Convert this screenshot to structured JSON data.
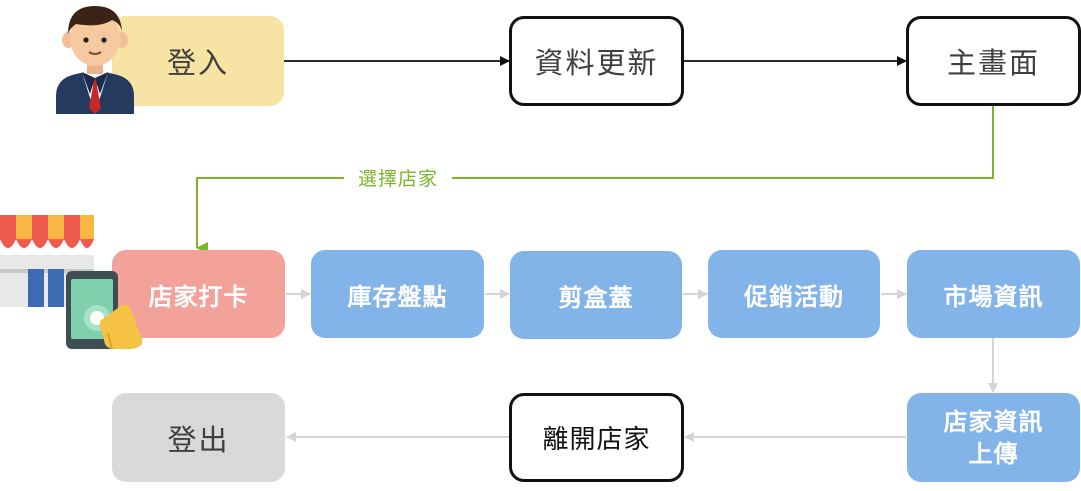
{
  "nodes": {
    "login": "登入",
    "data_update": "資料更新",
    "main_screen": "主畫面",
    "store_checkin": "店家打卡",
    "inventory": "庫存盤點",
    "cut_box_lid": "剪盒蓋",
    "promotion": "促銷活動",
    "market_info": "市場資訊",
    "store_info_upload": "店家資訊\n上傳",
    "leave_store": "離開店家",
    "logout": "登出"
  },
  "edge_labels": {
    "select_store": "選擇店家"
  },
  "colors": {
    "login_fill": "#f7e3a4",
    "checkin_fill": "#f2a299",
    "step_fill": "#82b3e9",
    "logout_fill": "#d9d9d9",
    "selection_line": "#7cb52a",
    "flow_arrow": "#d4d4d4",
    "main_arrow": "#111111"
  },
  "icons": {
    "user": "businessman-avatar-icon",
    "store": "storefront-phone-checkin-icon"
  }
}
